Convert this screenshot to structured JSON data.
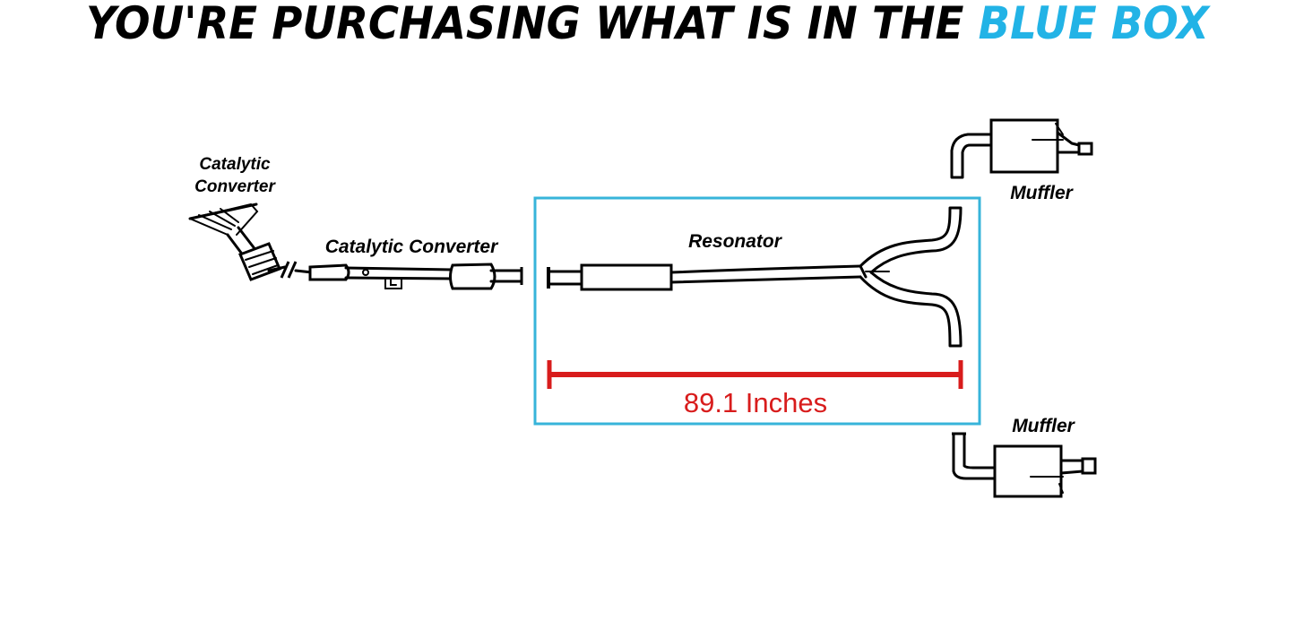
{
  "headline": {
    "text_main": "YOU'RE PURCHASING WHAT IS IN THE ",
    "text_accent": "BLUE BOX"
  },
  "labels": {
    "catalytic_converter_top_line1": "Catalytic",
    "catalytic_converter_top_line2": "Converter",
    "catalytic_converter_mid": "Catalytic Converter",
    "resonator": "Resonator",
    "muffler_top": "Muffler",
    "muffler_bottom": "Muffler",
    "measurement": "89.1 Inches"
  },
  "colors": {
    "accent_blue": "#22b3e6",
    "measurement_red": "#d81c1c",
    "box_border": "#37b4da"
  }
}
